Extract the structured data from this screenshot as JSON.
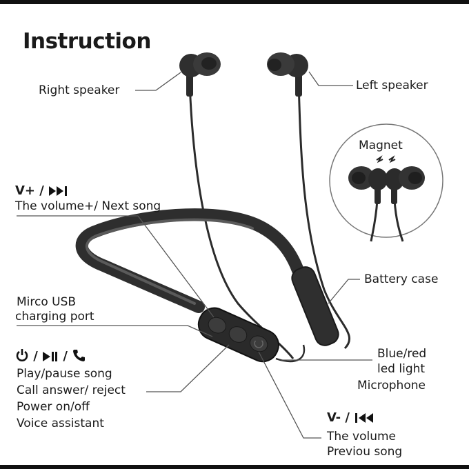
{
  "title": "Instruction",
  "labels": {
    "right_speaker": "Right speaker",
    "left_speaker": "Left speaker",
    "magnet": "Magnet",
    "vplus_prefix": "V+ /",
    "vplus_desc": "The volume+/ Next song",
    "battery_case": "Battery case",
    "usb_line1": "Mirco USB",
    "usb_line2": "charging port",
    "power_sep1": "/",
    "power_sep2": "/",
    "power_lines": [
      "Play/pause song",
      "Call answer/ reject",
      "Power on/off",
      "Voice assistant"
    ],
    "led_line1": "Blue/red",
    "led_line2": "led light",
    "microphone": "Microphone",
    "vminus_prefix": "V- /",
    "vminus_line1": "The volume",
    "vminus_line2": "Previou song"
  },
  "icons": [
    "next-track-icon",
    "power-icon",
    "play-pause-icon",
    "phone-icon",
    "previous-track-icon",
    "magnet-spark-icon"
  ],
  "colors": {
    "product": "#2b2b2b",
    "leader_line": "#555555",
    "frame": "#111111"
  }
}
